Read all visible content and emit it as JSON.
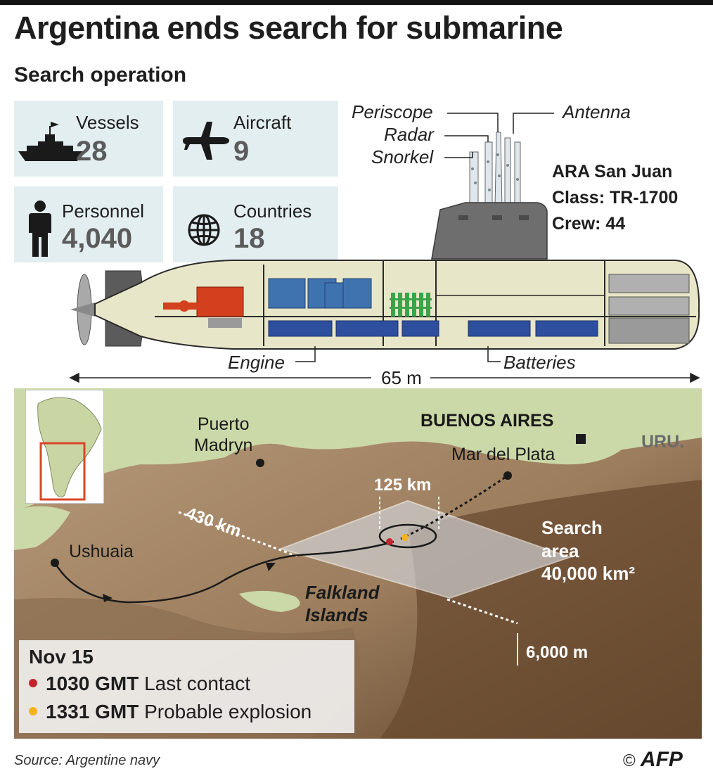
{
  "header": {
    "title": "Argentina ends search for submarine",
    "subtitle": "Search operation"
  },
  "stats": [
    {
      "label": "Vessels",
      "value": "28",
      "icon": "ship-icon"
    },
    {
      "label": "Aircraft",
      "value": "9",
      "icon": "airplane-icon"
    },
    {
      "label": "Personnel",
      "value": "4,040",
      "icon": "person-icon"
    },
    {
      "label": "Countries",
      "value": "18",
      "icon": "globe-icon"
    }
  ],
  "submarine": {
    "name": "ARA San Juan",
    "class_label": "Class: TR-1700",
    "crew_label": "Crew: ",
    "crew_value": "44",
    "callouts": {
      "periscope": "Periscope",
      "radar": "Radar",
      "snorkel": "Snorkel",
      "antenna": "Antenna",
      "engine": "Engine",
      "batteries": "Batteries"
    },
    "length": "65 m",
    "colors": {
      "hull": "#e8e6c8",
      "engine": "#d2401e",
      "machinery": "#3f73b0",
      "battery": "#2e4f9e",
      "sail": "#6e6e6e"
    }
  },
  "map": {
    "places": {
      "puerto_madryn": "Puerto\nMadryn",
      "buenos_aires": "BUENOS AIRES",
      "uru": "URU.",
      "mar_del_plata": "Mar del Plata",
      "ushuaia": "Ushuaia",
      "falkland": "Falkland\nIslands"
    },
    "distance_430": "430 km",
    "distance_125": "125 km",
    "search_area_title": "Search\narea",
    "search_area_size": "40,000 km²",
    "depth": "6,000 m",
    "colors": {
      "land": "#cbd9a8",
      "sea": "#b09272",
      "deep": "#6a4b30",
      "last_contact": "#c0272d",
      "explosion": "#f5b21b"
    }
  },
  "legend": {
    "date": "Nov 15",
    "events": [
      {
        "time": "1030 GMT",
        "text": "Last contact",
        "color": "#c0272d"
      },
      {
        "time": "1331 GMT",
        "text": "Probable explosion",
        "color": "#f5b21b"
      }
    ]
  },
  "footer": {
    "source": "Source: Argentine navy",
    "copyright": "©",
    "agency": "AFP"
  }
}
